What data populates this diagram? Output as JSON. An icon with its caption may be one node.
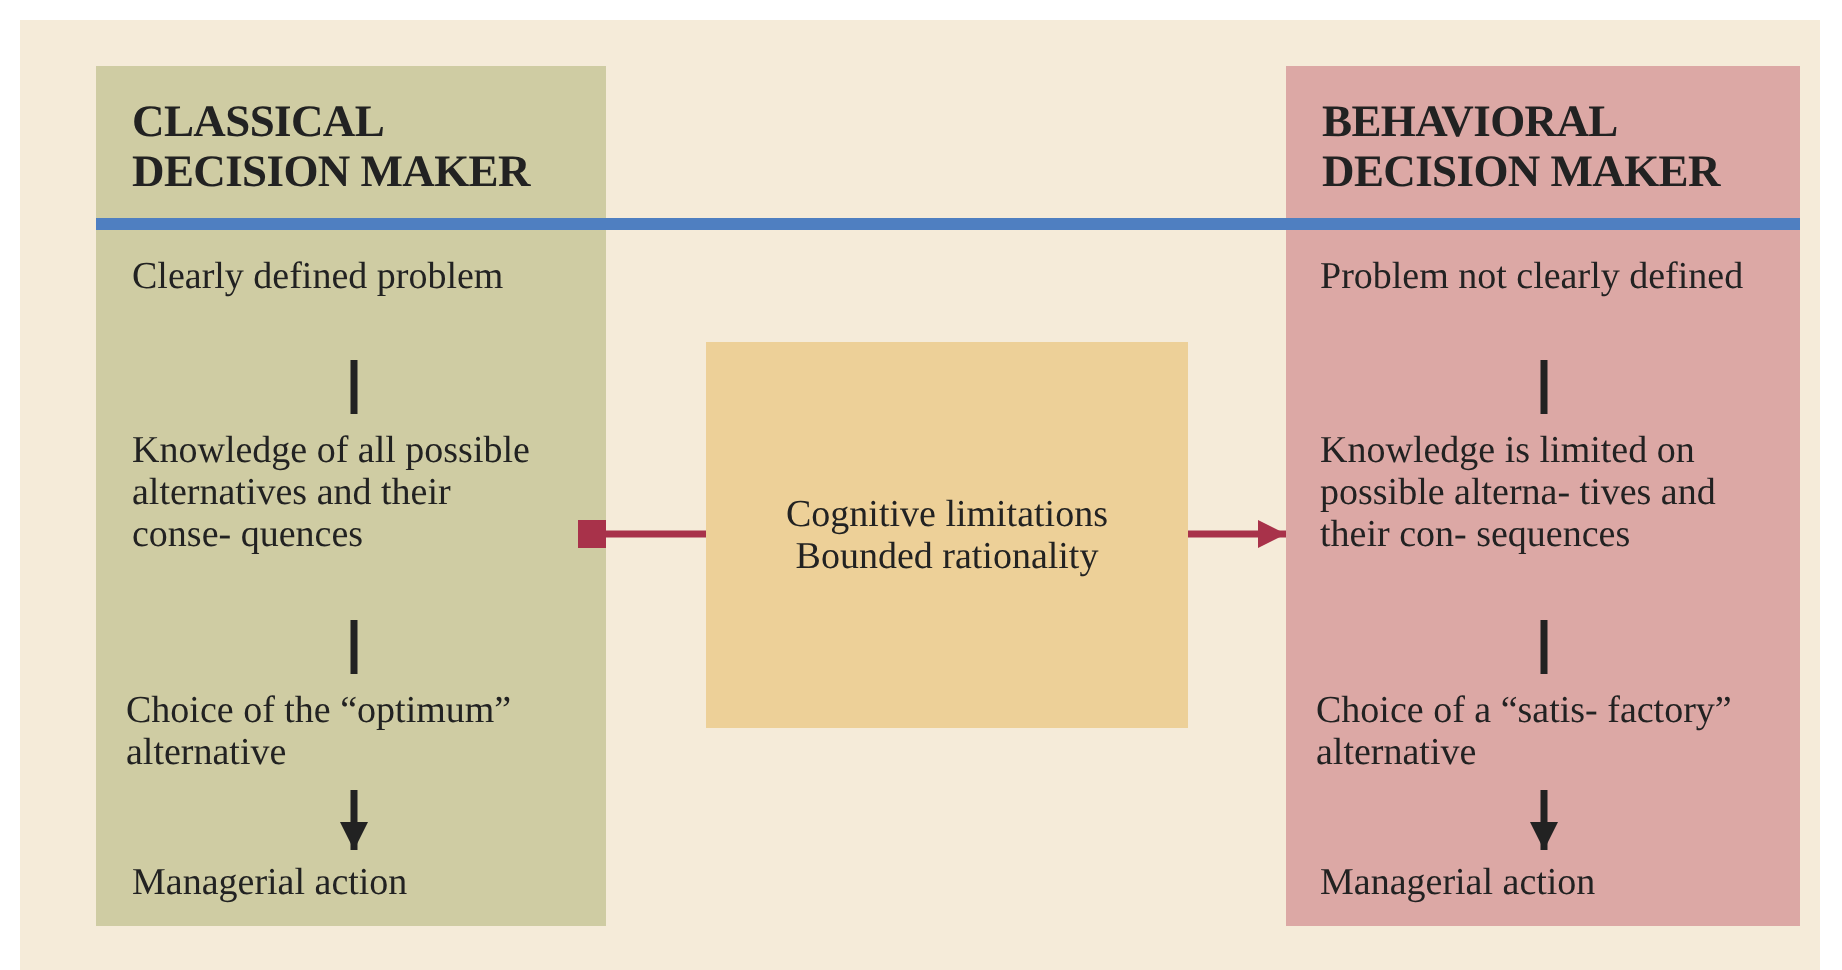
{
  "diagram": {
    "nodes": [
      {
        "text": [
          "CLASSICAL DECISION MAKER"
        ]
      },
      {
        "text": [
          "Clearly defined problem"
        ],
        "in": 0
      },
      {
        "text": [
          "Knowledge of all possible alternatives and their conse- quences"
        ],
        "in": 0
      },
      {
        "text": [
          "Choice of the “optimum” alternative"
        ],
        "in": 0
      },
      {
        "text": [
          "Managerial action"
        ],
        "in": 0
      },
      {
        "text": [
          "Cognitive limitations Bounded rationality"
        ]
      },
      {
        "text": [
          "BEHAVIORAL DECISION MAKER"
        ]
      },
      {
        "text": [
          "Problem not clearly defined"
        ],
        "in": 6
      },
      {
        "text": [
          "Knowledge is limited on possible alterna- tives and their con- sequences"
        ],
        "in": 6
      },
      {
        "text": [
          "Choice of a “satis- factory” alternative"
        ],
        "in": 6
      },
      {
        "text": [
          "Managerial action"
        ],
        "in": 6
      }
    ],
    "edges": [
      {
        "from": 1,
        "to": 2,
        "arrow": "none"
      },
      {
        "from": 2,
        "to": 3,
        "arrow": "none"
      },
      {
        "from": 3,
        "to": 4,
        "arrow": "to"
      },
      {
        "from": 0,
        "to": 5,
        "arrow": "other",
        "color": "#a8324a"
      },
      {
        "from": 5,
        "to": 6,
        "arrow": "to",
        "color": "#a8324a"
      },
      {
        "from": 7,
        "to": 8,
        "arrow": "none"
      },
      {
        "from": 8,
        "to": 9,
        "arrow": "none"
      },
      {
        "from": 9,
        "to": 10,
        "arrow": "to"
      }
    ]
  }
}
